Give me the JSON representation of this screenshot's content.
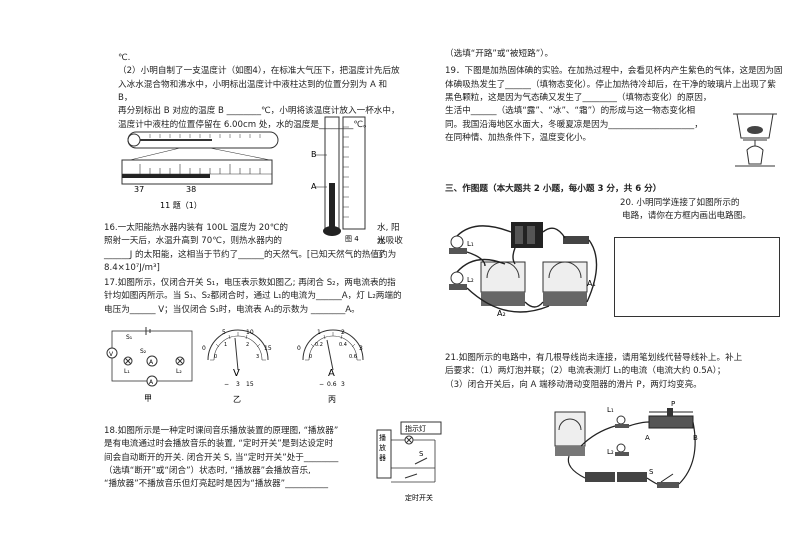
{
  "left": {
    "q_unit": "℃.",
    "q2_line1": "（2）小明自制了一支温度计（如图4），在标准大气压下，把温度计先后放",
    "q2_line2": "入冰水混合物和沸水中，小明标出温度计中液柱达到的位置分别为 A 和 B，",
    "q2_line3": "再分别标出 B 对应的温度 B ________℃，小明将该温度计放入一杯水中，",
    "q2_line4": "温度计中液柱的位置停留在 6.00cm 处，水的温度是________℃。",
    "fig11_caption": "11 题（1）",
    "thermo_scale_a": "37",
    "thermo_scale_b": "38",
    "fig4_caption": "图 4",
    "fig4_label_b": "B",
    "fig4_label_a": "A",
    "q16_line1": "16.一太阳能热水器内装有 100L 温度为 20℃的",
    "q16_line1_right": "水, 阳光",
    "q16_line2": "照射一天后，水温升高到 70℃，则热水器内的",
    "q16_line2_right": "水吸收了",
    "q16_line3": "______J 的太阳能，这相当于节约了______的天然气。[已知天然气的热值约为",
    "q16_line4": "8.4×10⁷J/m³]",
    "q17_line1": "17.如图所示，仅闭合开关 S₁，电压表示数如图乙; 再闭合 S₂，两电流表的指",
    "q17_line2": "针均如图丙所示。当 S₁、S₂都闭合时，通过 L₁的电流为______A，灯 L₂两端的",
    "q17_line3": "电压为______ V；当仅闭合 S₁时，电流表 A₁的示数为 ________A。",
    "fig_jia": "甲",
    "fig_yi": "乙",
    "fig_bing": "丙",
    "volt_unit": "V",
    "amp_unit": "A",
    "volt_ticks": [
      "0",
      "5",
      "10",
      "15"
    ],
    "volt_ticks_small": [
      "0",
      "1",
      "2",
      "3"
    ],
    "volt_terminals": [
      "−",
      "3",
      "15"
    ],
    "amp_ticks": [
      "0",
      "1",
      "2",
      "3"
    ],
    "amp_ticks_small": [
      "0",
      "0.2",
      "0.4",
      "0.6"
    ],
    "amp_terminals": [
      "−",
      "0.6",
      "3"
    ],
    "q18_line1": "18.如图所示是一种定时课间音乐播放装置的原理图, “播放器”",
    "q18_line2": "是有电流通过时会播放音乐的装置, “定时开关”是到达设定时",
    "q18_line3": "间会自动断开的开关. 闭合开关 S, 当“定时开关”处于________",
    "q18_line4": "（选填“断开”或“闭合”）状态时, “播放器”会播放音乐,",
    "q18_line5": "“播放器”不播放音乐但灯亮起时是因为“播放器”__________",
    "fig18_light": "指示灯",
    "fig18_player": "播放器",
    "fig18_timer": "定时开关",
    "fig18_s": "S"
  },
  "right": {
    "q18_end": "（选填“开路”或“被短路”）。",
    "q19_line1": "19．下图是加热固体碘的实验。在加热过程中，会看见杯内产生紫色的气体，这是因为固",
    "q19_line2": "体碘吸热发生了______（填物态变化）。停止加热待冷却后，在干净的玻璃片上出现了紫",
    "q19_line3": "黑色颗粒，这是因为气态碘又发生了________（填物态变化）的原因，",
    "q19_line4": "生活中______（选填“露”、“冰”、“霜”）的形成与这一物态变化相",
    "q19_line5": "同。我国沿海地区水面大，冬暖夏凉是因为____________________，",
    "q19_line6": "在同种情、加热条件下，温度变化小。",
    "section3": "三、作图题（本大题共 2 小题，每小题 3 分，共 6 分）",
    "q20_line1": "20. 小明同学连接了如图所示的",
    "q20_line2": "电路，请你在方框内画出电路图。",
    "fig20_l1": "L₁",
    "fig20_l2": "L₂",
    "fig20_a1": "A₁",
    "fig20_a2": "A₂",
    "q21_line1": "21.如图所示的电路中，有几根导线尚未连接，请用笔划线代替导线补上。补上",
    "q21_line2": "后要求：（1）两灯泡并联；（2）电流表测灯 L₁的电流（电流大约 0.5A）；",
    "q21_line3": "（3）闭合开关后，向 A 端移动滑动变阻器的滑片 P，两灯均变亮。",
    "fig21_l1": "L₁",
    "fig21_l2": "L₂",
    "fig21_p": "P",
    "fig21_a": "A",
    "fig21_b": "B",
    "fig21_s": "S"
  }
}
